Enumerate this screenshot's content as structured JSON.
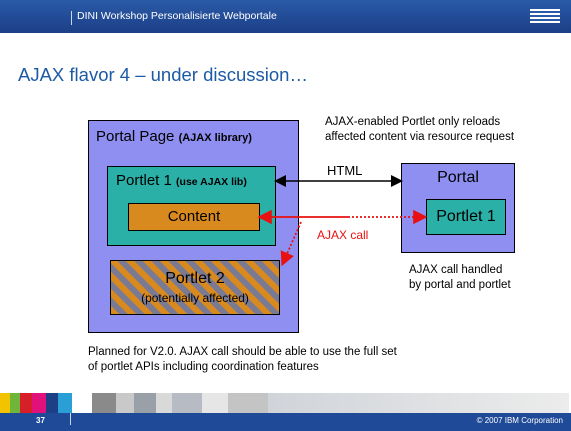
{
  "header": {
    "title": "DINI Workshop Personalisierte Webportale"
  },
  "slide": {
    "title": "AJAX flavor 4 – under discussion…"
  },
  "notes": {
    "top_line1": "AJAX-enabled Portlet only reloads",
    "top_line2": "affected content via resource request",
    "portal_line1": "AJAX call handled",
    "portal_line2": "by portal and portlet",
    "bottom_line1": "Planned for V2.0. AJAX call should be able to use the full set",
    "bottom_line2": "of portlet APIs including coordination features"
  },
  "diagram": {
    "portal_page_label": "Portal Page",
    "portal_page_suffix": "(AJAX library)",
    "portlet1_label": "Portlet 1",
    "portlet1_suffix": "(use AJAX lib)",
    "content_label": "Content",
    "portlet2_label": "Portlet 2",
    "portlet2_sub": "(potentially affected)",
    "portal_label": "Portal",
    "portal_portlet_label": "Portlet 1",
    "html_label": "HTML",
    "ajax_label": "AJAX call"
  },
  "footer": {
    "page_number": "37",
    "copyright": "© 2007 IBM Corporation"
  },
  "colors": {
    "header_blue": "#1c3f86",
    "title_blue": "#1d5aa6",
    "portal_blue": "#8f8ff2",
    "portlet_teal": "#2ab0a7",
    "content_orange": "#d98a1f",
    "ajax_red": "#e81010"
  }
}
